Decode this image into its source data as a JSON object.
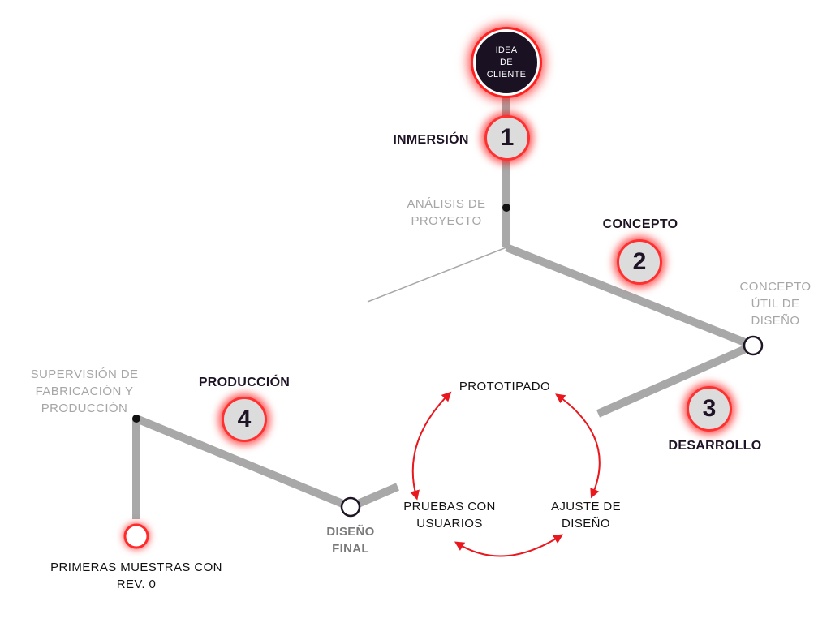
{
  "start": {
    "lines": [
      "IDEA",
      "DE",
      "CLIENTE"
    ]
  },
  "steps": [
    {
      "number": "1",
      "title": "INMERSIÓN",
      "sub": "ANÁLISIS DE PROYECTO"
    },
    {
      "number": "2",
      "title": "CONCEPTO",
      "sub": "CONCEPTO ÚTIL DE DISEÑO"
    },
    {
      "number": "3",
      "title": "DESARROLLO"
    },
    {
      "number": "4",
      "title": "PRODUCCIÓN",
      "sub": "SUPERVISIÓN DE FABRICACIÓN Y PRODUCCIÓN"
    }
  ],
  "cycle": [
    "PROTOTIPADO",
    "AJUSTE DE DISEÑO",
    "PRUEBAS CON USUARIOS"
  ],
  "final_design": "DISEÑO FINAL",
  "end": "PRIMERAS MUESTRAS CON REV. 0",
  "colors": {
    "accent": "#ff2020",
    "path": "#a8a8a8",
    "dark": "#1e1426",
    "muted": "#a6a6a6"
  }
}
